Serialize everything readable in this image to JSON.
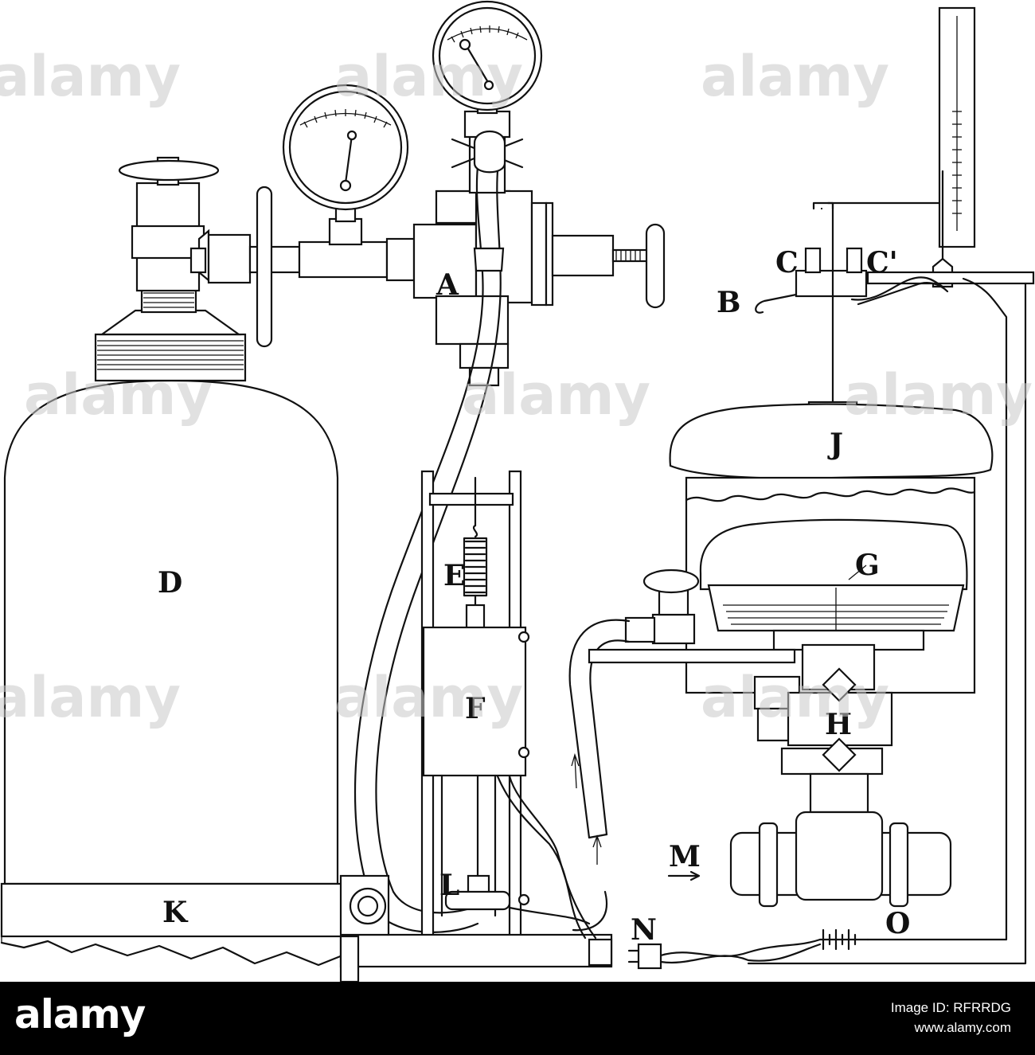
{
  "figure": {
    "labels": {
      "A": "A",
      "B": "B",
      "C": "C",
      "C_prime": "C'",
      "D": "D",
      "E": "E",
      "F": "F",
      "G": "G",
      "H": "H",
      "J": "J",
      "K": "K",
      "L": "L",
      "M": "M",
      "N": "N",
      "O": "O"
    }
  },
  "watermark": {
    "text": "alamy",
    "color": "#c9c9c9"
  },
  "footer": {
    "logo": "alamy",
    "image_id": "Image ID: RFRRDG",
    "site": "www.alamy.com",
    "background": "#000000",
    "text_color": "#ffffff"
  }
}
